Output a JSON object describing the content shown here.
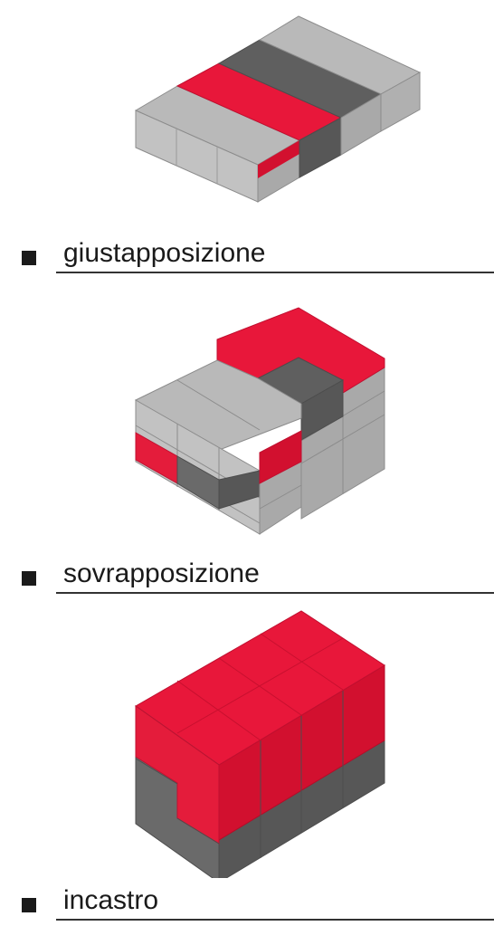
{
  "palette": {
    "light_top": "#b9b9b9",
    "light_left": "#c2c2c2",
    "light_right": "#a9a9a9",
    "dark_top": "#5f5f5f",
    "dark_left": "#6a6a6a",
    "dark_right": "#575757",
    "red_top": "#e8173a",
    "red_left": "#e41c3b",
    "red_right": "#d2102f",
    "edge": "#8c8c8c",
    "bullet": "#1a1a1a"
  },
  "sections": [
    {
      "label": "giustapposizione"
    },
    {
      "label": "sovrapposizione"
    },
    {
      "label": "incastro"
    }
  ]
}
